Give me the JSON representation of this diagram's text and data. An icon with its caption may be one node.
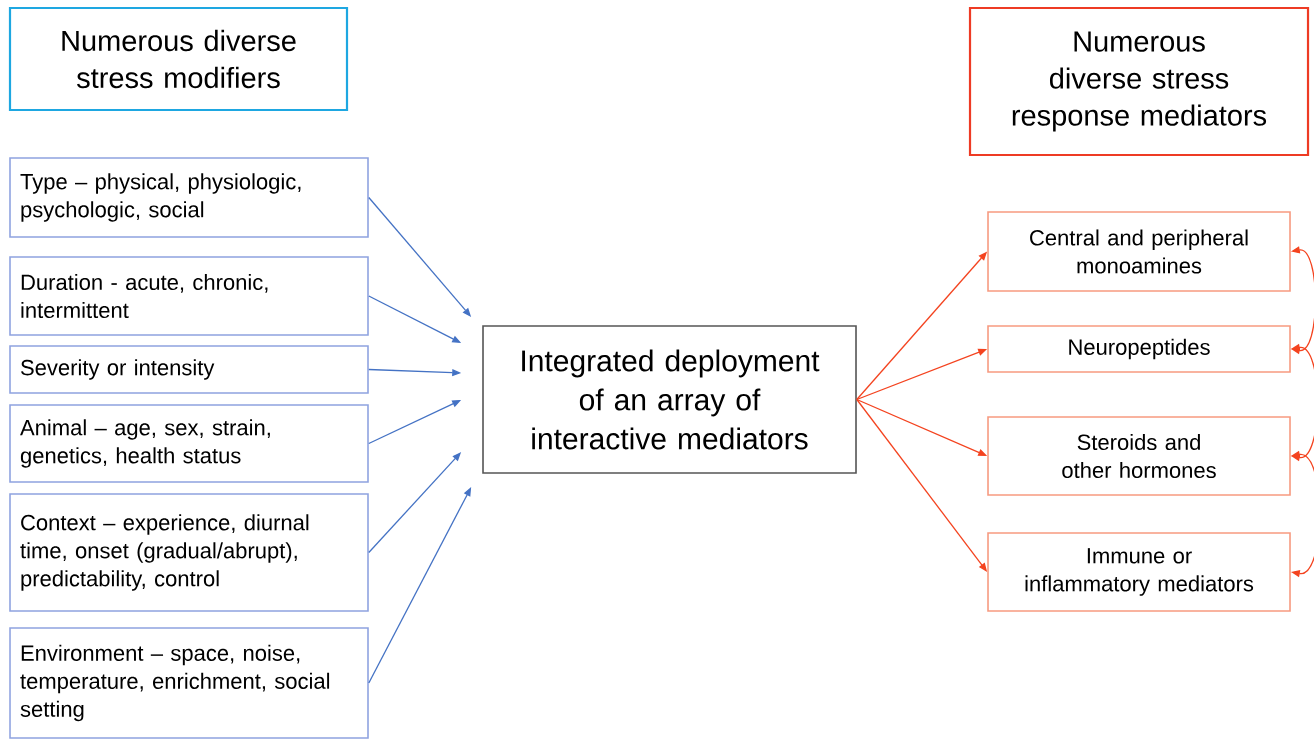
{
  "diagram": {
    "nodes": [
      {
        "text": [
          "Numerous diverse stress modifiers"
        ]
      },
      {
        "text": [
          "Numerous diverse stress response mediators"
        ]
      },
      {
        "text": [
          "Type – physical, physiologic, psychologic, social"
        ]
      },
      {
        "text": [
          "Duration - acute, chronic, intermittent"
        ]
      },
      {
        "text": [
          "Severity or intensity"
        ]
      },
      {
        "text": [
          "Animal – age, sex, strain, genetics, health status"
        ]
      },
      {
        "text": [
          "Context – experience, diurnal time,  onset (gradual/abrupt), predictability, control"
        ]
      },
      {
        "text": [
          "Environment – space, noise, temperature, enrichment, social setting"
        ]
      },
      {
        "text": [
          "Integrated deployment of an array of interactive mediators"
        ]
      },
      {
        "text": [
          "Central and peripheral monoamines"
        ]
      },
      {
        "text": [
          "Neuropeptides"
        ]
      },
      {
        "text": [
          "Steroids and other hormones"
        ]
      },
      {
        "text": [
          "Immune or inflammatory mediators"
        ]
      }
    ],
    "edges": [
      {
        "from": 2,
        "to": 8,
        "arrow": "to",
        "color": "#4472c4"
      },
      {
        "from": 3,
        "to": 8,
        "arrow": "to",
        "color": "#4472c4"
      },
      {
        "from": 4,
        "to": 8,
        "arrow": "to",
        "color": "#4472c4"
      },
      {
        "from": 5,
        "to": 8,
        "arrow": "to",
        "color": "#4472c4"
      },
      {
        "from": 6,
        "to": 8,
        "arrow": "to",
        "color": "#4472c4"
      },
      {
        "from": 7,
        "to": 8,
        "arrow": "to",
        "color": "#4472c4"
      },
      {
        "from": 8,
        "to": 9,
        "arrow": "to"
      },
      {
        "from": 8,
        "to": 10,
        "arrow": "to"
      },
      {
        "from": 8,
        "to": 11,
        "arrow": "to"
      },
      {
        "from": 8,
        "to": 12,
        "arrow": "to"
      },
      {
        "from": 9,
        "to": 10,
        "arrow": "both"
      },
      {
        "from": 10,
        "to": 11,
        "arrow": "both"
      },
      {
        "from": 11,
        "to": 12,
        "arrow": "both"
      }
    ]
  }
}
